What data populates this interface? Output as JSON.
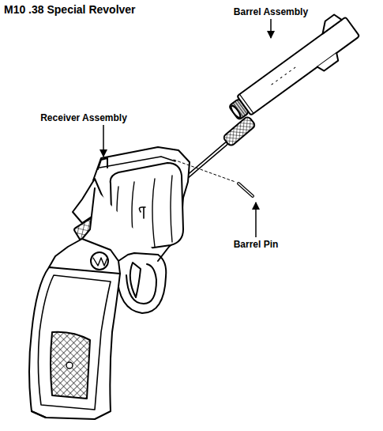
{
  "diagram": {
    "title": "M10 .38 Special Revolver",
    "labels": [
      "Barrel Assembly",
      "Receiver Assembly",
      "Barrel Pin"
    ]
  }
}
